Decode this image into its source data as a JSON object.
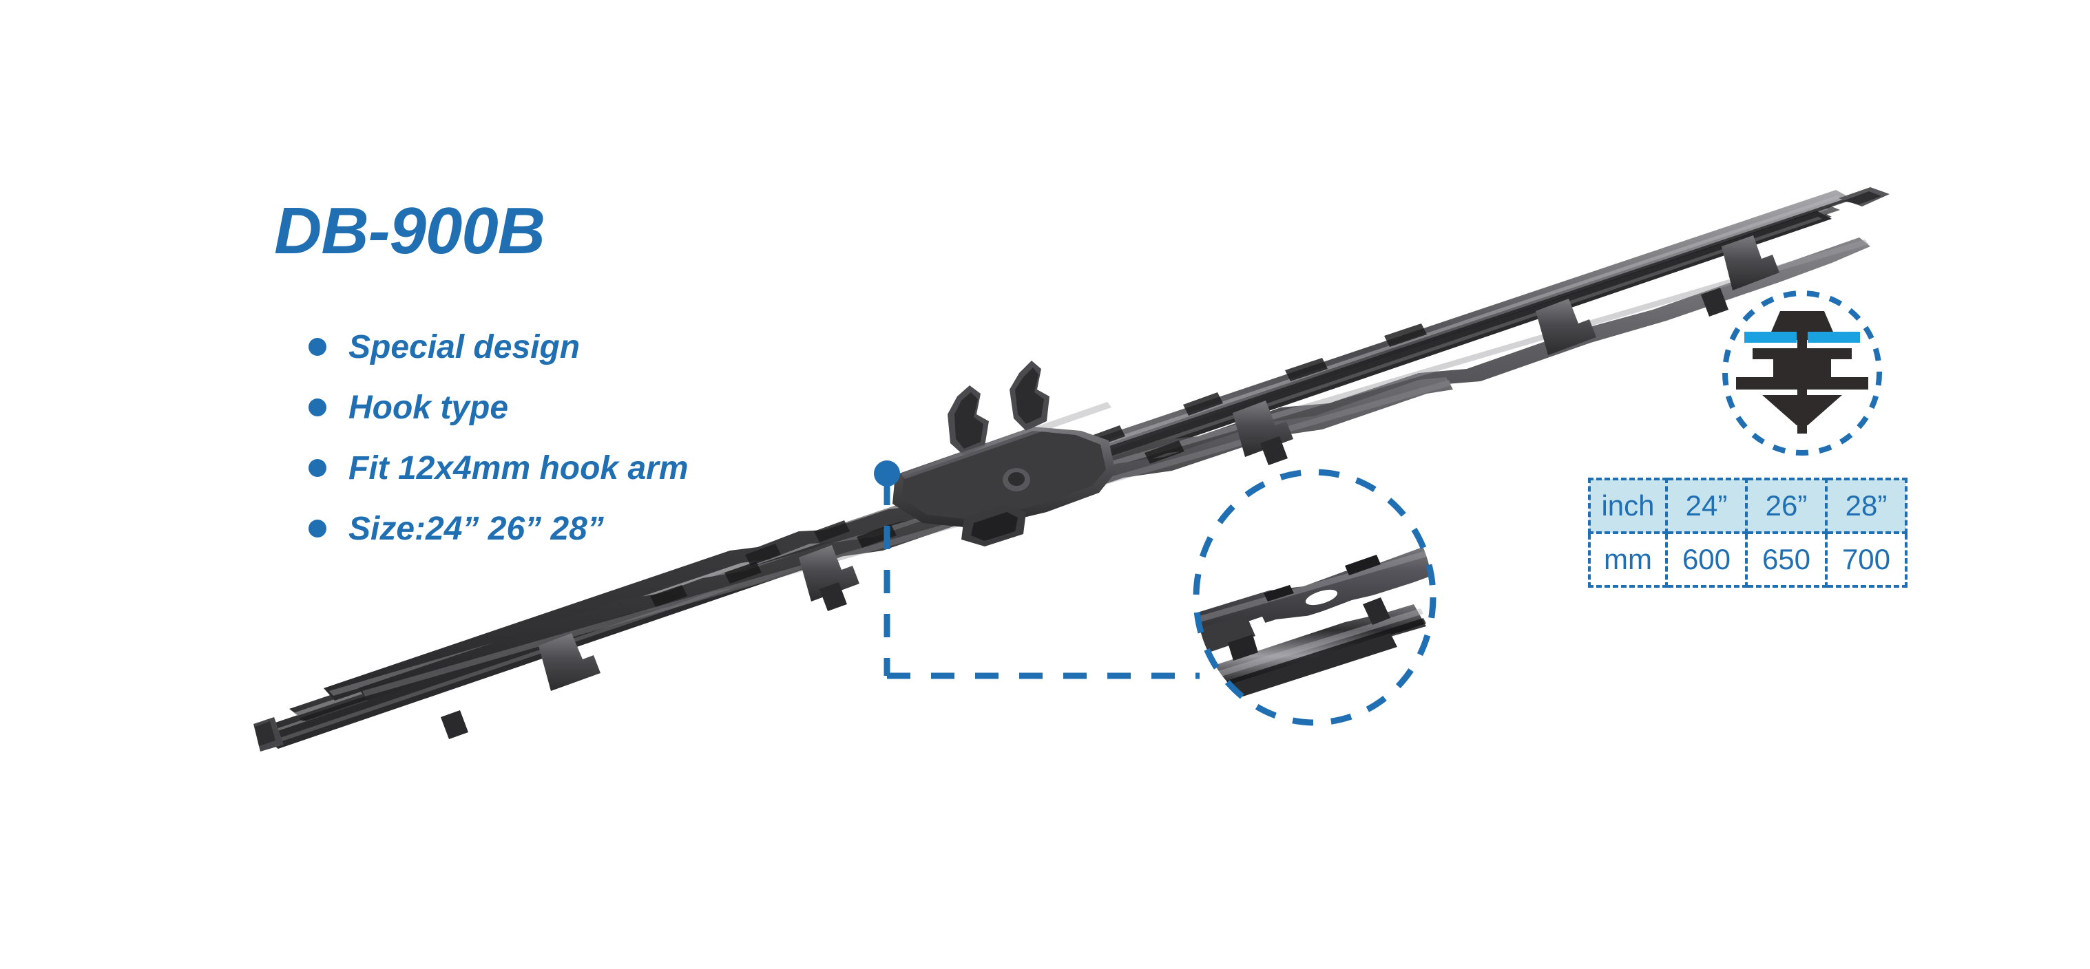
{
  "product": {
    "model": "DB-900B",
    "features": [
      "Special design",
      "Hook type",
      "Fit 12x4mm hook arm",
      "Size:24” 26” 28”"
    ]
  },
  "size_table": {
    "rows": [
      {
        "unit": "inch",
        "values": [
          "24”",
          "26”",
          "28”"
        ]
      },
      {
        "unit": "mm",
        "values": [
          "600",
          "650",
          "700"
        ]
      }
    ]
  },
  "colors": {
    "brand_blue": "#1F6FB2",
    "accent_cyan": "#1BA0E0",
    "table_header_fill": "#C7E3EE",
    "blade_dark": "#3a3a3c"
  },
  "icons": {
    "cross_section": "wiper-cross-section-icon",
    "detail_zoom": "blade-detail-zoom",
    "callout": "callout-leader-line"
  }
}
